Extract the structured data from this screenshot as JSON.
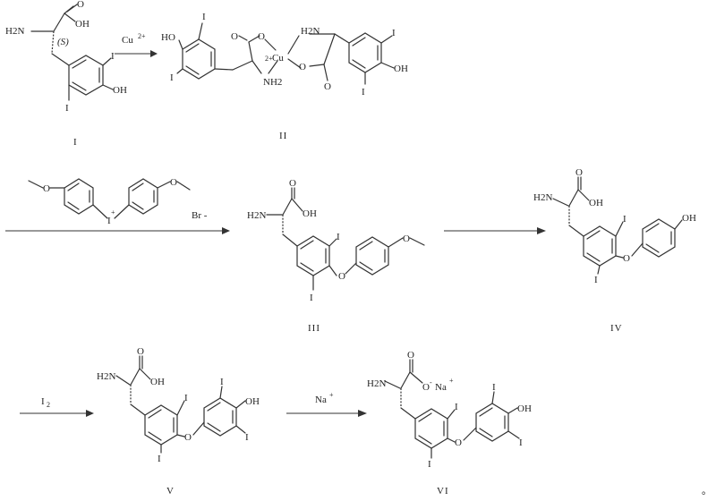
{
  "atoms": {
    "h2n": "H2N",
    "nh2": "NH2",
    "nh2_alt": "H2N",
    "oh": "OH",
    "o": "O",
    "o_minus": "O",
    "i": "I",
    "ho": "HO",
    "stereo": "(S)",
    "cu": "Cu",
    "na": "Na",
    "br": "Br"
  },
  "reagents": {
    "step1": "Cu",
    "step1_charge": "2+",
    "step2_counterion": "Br -",
    "step4": "I",
    "step4_sub": "2",
    "step5": "Na",
    "step5_charge": "+"
  },
  "labels": {
    "c1": "I",
    "c2": "II",
    "c3": "III",
    "c4": "IV",
    "c5": "V",
    "c6": "VI",
    "tail": "。"
  },
  "charges": {
    "cu_charge": "2+",
    "minus": "-",
    "plus": "+"
  }
}
